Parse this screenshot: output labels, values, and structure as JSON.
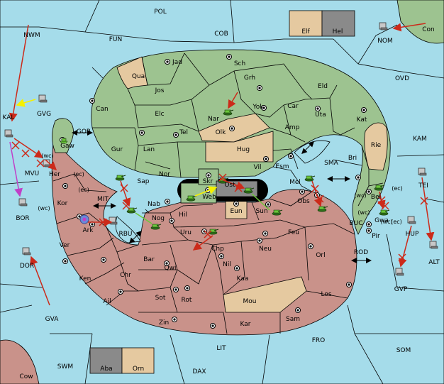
{
  "colors": {
    "sea": "#a5dcea",
    "green_power": "#9dc390",
    "red_power": "#c9928a",
    "neutral": "#e5c9a0",
    "grey_power": "#8a8a8a",
    "order_red": "#cc2a1a",
    "order_yellow": "#f5f000",
    "order_green": "#6bc83b",
    "order_magenta": "#c040c8"
  },
  "labels": {
    "POL": "POL",
    "NWM": "NWM",
    "FUN": "FUN",
    "COB": "COB",
    "Elf": "Elf",
    "Hel": "Hel",
    "Con": "Con",
    "NOM": "NOM",
    "OVD": "OVD",
    "KAM": "KAM",
    "SMA": "SMA",
    "GOR": "GOR",
    "KAL": "KAL",
    "GVG": "GVG",
    "MVU": "MVU",
    "BOR": "BOR",
    "MIT": "MIT",
    "RBU": "RBU",
    "BUC": "BUC",
    "ROD": "ROD",
    "TEI": "TEI",
    "HUP": "HUP",
    "ALT": "ALT",
    "GVP": "GVP",
    "DOR": "DOR",
    "GVA": "GVA",
    "SWM": "SWM",
    "LIT": "LIT",
    "DAX": "DAX",
    "FRO": "FRO",
    "SOM": "SOM",
    "Cow": "Cow",
    "Aba": "Aba",
    "Orn": "Orn",
    "Jad": "Jad",
    "Sch": "Sch",
    "Qua": "Qua",
    "Jos": "Jos",
    "Grh": "Grh",
    "Eld": "Eld",
    "Can": "Can",
    "Car": "Car",
    "Elc": "Elc",
    "Nar": "Nar",
    "Yok": "Yok",
    "Uta": "Uta",
    "Kat": "Kat",
    "Amp": "Amp",
    "Olk": "Olk",
    "Tel": "Tel",
    "Gur": "Gur",
    "Lan": "Lan",
    "Hug": "Hug",
    "Rie": "Rie",
    "Bri": "Bri",
    "Gaw": "Gaw",
    "Esm": "Esm",
    "Vil": "Vil",
    "Nor": "Nor",
    "Sap": "Sap",
    "Skr": "Skr",
    "Ost": "Ost",
    "Web": "Web",
    "Mel": "Mel",
    "Her": "Her",
    "ec1": "(ec)",
    "wc1": "(wc)",
    "Kor": "Kor",
    "ec2": "(ec)",
    "wc2": "(wc)",
    "Nab": "Nab",
    "Eun": "Eun",
    "Sun": "Sun",
    "Obs": "Obs",
    "wc3": "(wc)",
    "Bel": "Bel",
    "ec3": "(ec)",
    "Gwa": "Gwa",
    "wc4": "(wc)",
    "ec4": "(ec)",
    "Ark": "Ark",
    "Nog": "Nog",
    "Hil": "Hil",
    "Uru": "Uru",
    "Feu": "Feu",
    "Pir": "Pir",
    "Ver": "Ver",
    "Chp": "Chp",
    "Neu": "Neu",
    "Orl": "Orl",
    "Bar": "Bar",
    "Qwi": "Qwi",
    "Nil": "Nil",
    "Ken": "Ken",
    "Chr": "Chr",
    "Kaa": "Kaa",
    "Los": "Los",
    "Sot": "Sot",
    "Rot": "Rot",
    "Ail": "Ail",
    "Mou": "Mou",
    "Zin": "Zin",
    "Kar": "Kar",
    "Sam": "Sam",
    "wc5": "(wc)"
  },
  "supply_centers": [
    "Jad",
    "Sch",
    "Grh",
    "Can",
    "Yok",
    "Uta",
    "Kat",
    "Tel",
    "Gur",
    "Olk",
    "Bri",
    "Gaw",
    "Vil",
    "Esm",
    "Mel",
    "Her",
    "Kor",
    "Nab",
    "Eun",
    "Sun",
    "Bel",
    "Gwa",
    "Ark",
    "Nog",
    "Uru",
    "Feu",
    "Pir",
    "Ver",
    "Neu",
    "Orl",
    "Qwi",
    "Nil",
    "Ken",
    "Kaa",
    "Los",
    "Sot",
    "Rot",
    "Ail",
    "Zin",
    "Kar",
    "Sam",
    "Web",
    "Skr",
    "Obs"
  ]
}
